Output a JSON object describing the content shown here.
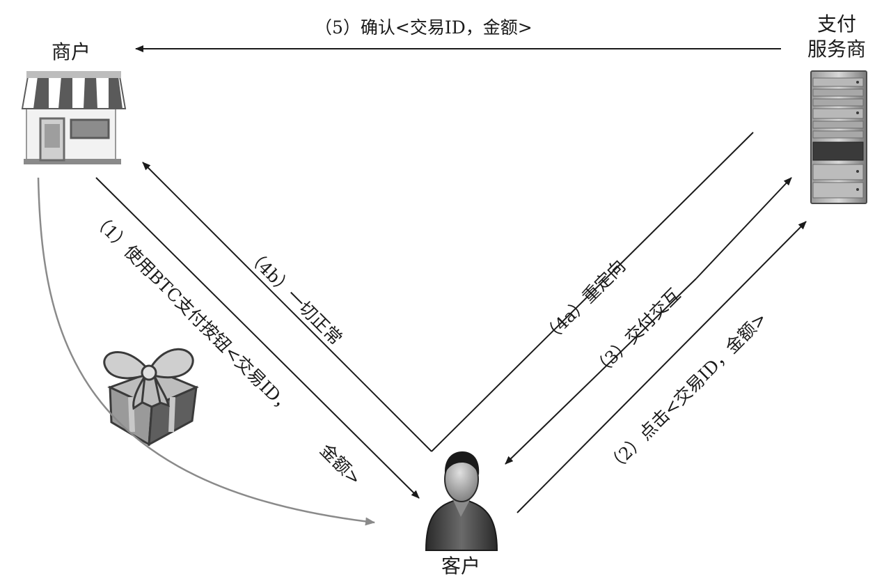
{
  "nodes": {
    "merchant": "商户",
    "processor_line1": "支付",
    "processor_line2": "服务商",
    "customer": "客户"
  },
  "edges": {
    "step1_line1": "（1）使用BTC支付按钮<交易ID，",
    "step1_line2": "金额>",
    "step2_line1": "（2）点击<交易ID，金额>",
    "step3": "（3）交付交互",
    "step4a": "（4a）重定向",
    "step4b": "（4b）一切正常",
    "step5": "（5）确认<交易ID，金额>"
  },
  "colors": {
    "line": "#1a1a1a",
    "goods_line": "#8a8a8a"
  }
}
